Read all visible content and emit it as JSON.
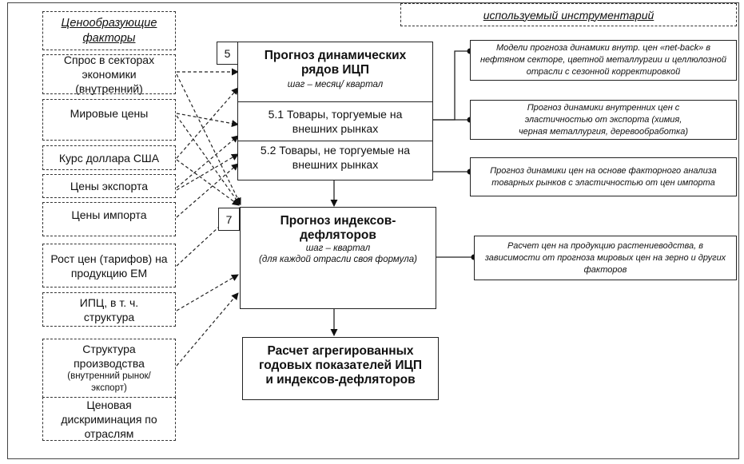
{
  "headers": {
    "factors_title": "Ценообразующие факторы",
    "tools_title": "используемый инструментарий"
  },
  "factors": [
    {
      "label": "Спрос в секторах экономики (внутренний)"
    },
    {
      "label": "Мировые цены"
    },
    {
      "label": "Курс доллара США"
    },
    {
      "label": "Цены экспорта"
    },
    {
      "label": "Цены импорта"
    },
    {
      "label": "Рост цен (тарифов) на продукцию ЕМ"
    },
    {
      "label": "ИПЦ, в т. ч. структура"
    },
    {
      "label": "Структура производства",
      "note": "(внутренний рынок/ экспорт)"
    },
    {
      "label": "Ценовая дискриминация по отраслям"
    }
  ],
  "blocks": {
    "block5": {
      "number": "5",
      "title": "Прогноз динамических рядов ИЦП",
      "subtitle": "шаг – месяц/ квартал",
      "sections": [
        {
          "label": "5.1 Товары, торгуемые на внешних рынках"
        },
        {
          "label": "5.2 Товары, не торгуемые на внешних рынках"
        }
      ]
    },
    "block7": {
      "number": "7",
      "title": "Прогноз индексов-дефляторов",
      "subtitle": "шаг – квартал",
      "note": "(для каждой отрасли своя формула)"
    },
    "result": {
      "title": "Расчет агрегированных годовых показателей ИЦП и индексов-дефляторов"
    }
  },
  "tools": [
    {
      "text": "Модели прогноза динамики внутр. цен «net-back» в нефтяном секторе, цветной металлургии и целлюлозной отрасли с сезонной корректировкой"
    },
    {
      "text": "Прогноз динамики внутренних цен с эластичностью от экспорта (химия, черная металлургия, деревообработка)"
    },
    {
      "text": "Прогноз динамики цен на основе факторного анализа товарных рынков с эластичностью от цен импорта"
    },
    {
      "text": "Расчет цен на продукцию растениеводства, в зависимости от прогноза мировых цен на зерно и других факторов"
    }
  ],
  "colors": {
    "line": "#222222",
    "background": "#ffffff"
  }
}
